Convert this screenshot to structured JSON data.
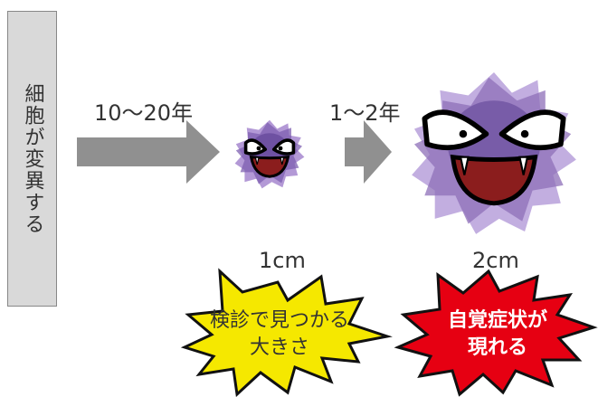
{
  "start_label": "細胞が変異する",
  "stage1": {
    "period": "10～20年",
    "size": "1cm",
    "note_line1": "検診で見つかる",
    "note_line2": "大きさ"
  },
  "stage2": {
    "period": "1～2年",
    "size": "2cm",
    "note_line1": "自覚症状が",
    "note_line2": "現れる"
  },
  "colors": {
    "arrow": "#909090",
    "virus_body": "#8e6fb8",
    "virus_dark": "#5b3f93",
    "mouth": "#8b1d1d",
    "burst_yellow": "#f5e800",
    "burst_red": "#e60012"
  }
}
